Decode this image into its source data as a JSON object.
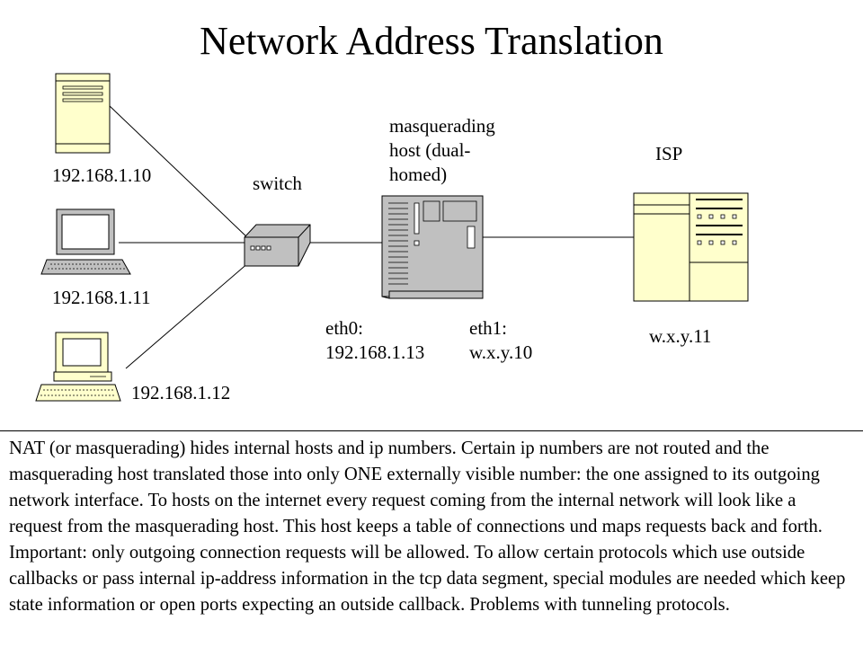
{
  "title": "Network Address Translation",
  "nodes": {
    "host1": {
      "ip": "192.168.1.10"
    },
    "host2": {
      "ip": "192.168.1.11"
    },
    "host3": {
      "ip": "192.168.1.12"
    },
    "switch": {
      "label": "switch"
    },
    "masq": {
      "label_lines": [
        "masquerading",
        "host (dual-",
        "homed)"
      ],
      "eth0": [
        "eth0:",
        "192.168.1.13"
      ],
      "eth1": [
        "eth1:",
        "w.x.y.10"
      ]
    },
    "isp": {
      "label": "ISP",
      "ip": "w.x.y.11"
    }
  },
  "description": "NAT (or masquerading) hides internal hosts and ip numbers. Certain ip numbers are not routed and the masquerading host translated those into only ONE externally visible number: the one assigned to its outgoing network interface. To hosts on the internet every request coming from the internal network will look like a request from the masquerading host. This host keeps a table of connections und maps requests back and forth. Important: only outgoing connection requests will be allowed. To allow certain protocols which use outside callbacks or pass internal ip-address information in the tcp data segment, special modules are needed which keep state information or open ports expecting an outside callback. Problems with tunneling protocols.",
  "colors": {
    "device_beige": "#ffffcc",
    "device_gray": "#c0c0c0",
    "line": "#000000"
  }
}
